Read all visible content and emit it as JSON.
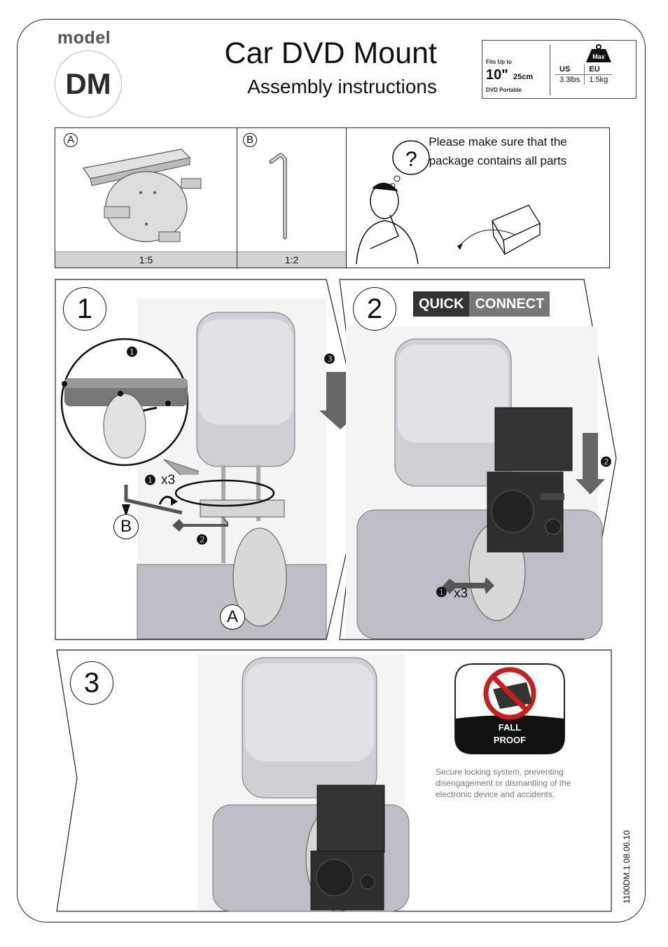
{
  "header": {
    "logo_model": "model",
    "logo_dm": "DM",
    "title": "Car DVD Mount",
    "subtitle": "Assembly instructions"
  },
  "spec": {
    "fits_up_to": "Fits Up to",
    "size_inch": "10\"",
    "size_cm": "25cm",
    "device": "DVD Portable",
    "max_label": "Max",
    "us_header": "US",
    "eu_header": "EU",
    "us_value": "3.3lbs",
    "eu_value": "1.5kg"
  },
  "parts": {
    "a_letter": "A",
    "a_scale": "1:5",
    "b_letter": "B",
    "b_scale": "1:2",
    "note": "Please make sure that the package contains all parts"
  },
  "step1": {
    "number": "1",
    "bullet_1_zoom": "❶",
    "bullet_1": "❶",
    "x3": "x3",
    "bullet_2": "❷",
    "bullet_3": "❸",
    "letter_b": "B",
    "letter_a": "A"
  },
  "step2": {
    "number": "2",
    "quick": "QUICK",
    "connect": "CONNECT",
    "bullet_2": "❷",
    "bullet_1": "❶",
    "x3": "x3"
  },
  "step3": {
    "number": "3",
    "badge_line1": "FALL",
    "badge_line2": "PROOF",
    "secure_text": "Secure locking system, preventing disengagement or dismantling of the electronic device and accidents."
  },
  "doc_code": "1100DM.1 08.06.10"
}
